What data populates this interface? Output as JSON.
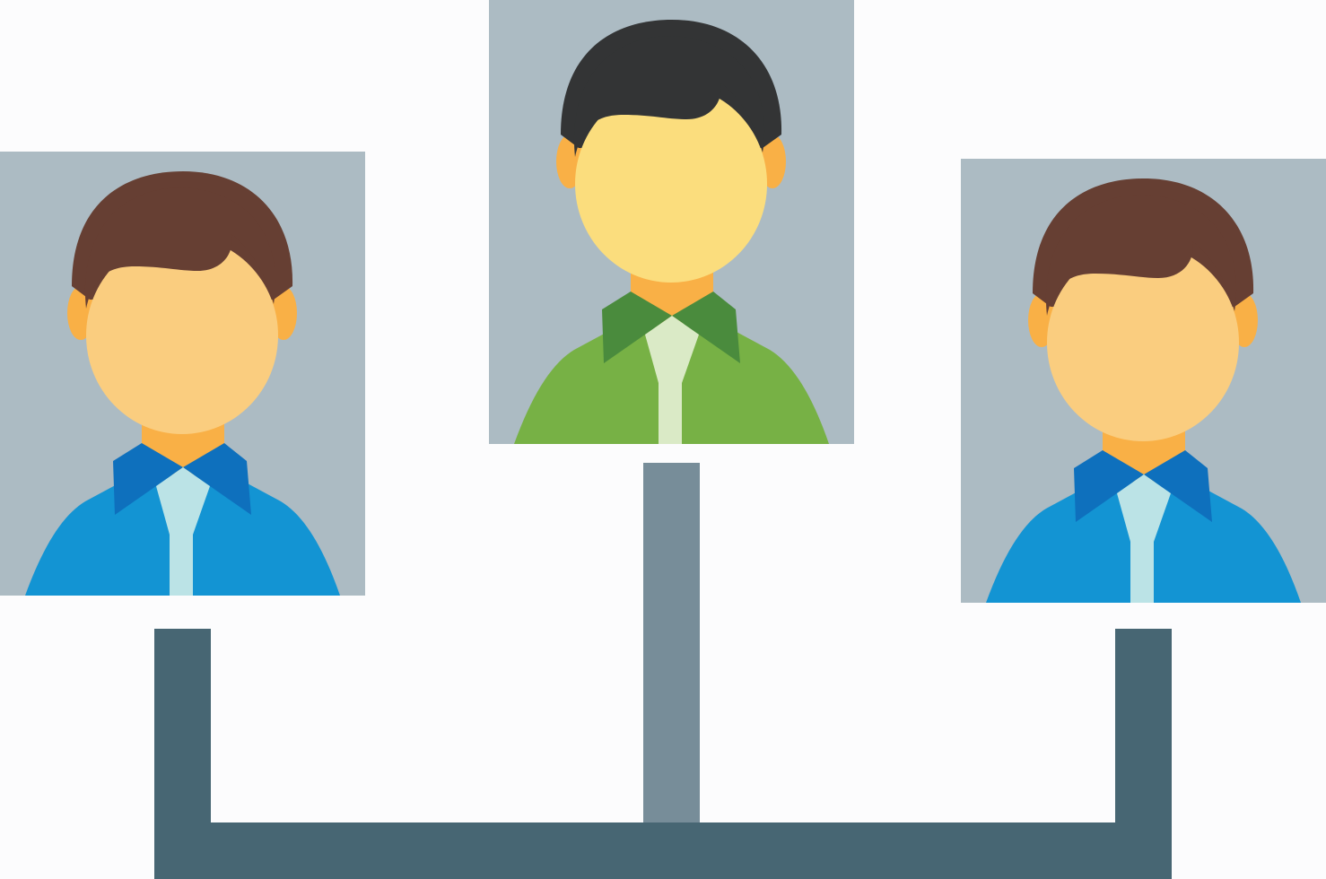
{
  "diagram": {
    "type": "org-chart",
    "background_color": "#fcfcfd",
    "connector_colors": {
      "main": "#476673",
      "center_stem": "#778d99"
    },
    "nodes": [
      {
        "id": "left-person",
        "icon": "person-avatar-icon",
        "card_color": "#acbbc3",
        "hair_color": "#663f33",
        "skin_color": "#facd7f",
        "ear_color": "#f9b046",
        "shirt_color": "#1394d3",
        "collar_color": "#0e70bd",
        "tie_color": "#bbe3e6"
      },
      {
        "id": "center-person",
        "icon": "person-avatar-icon",
        "card_color": "#acbbc3",
        "hair_color": "#333435",
        "skin_color": "#fbdd7d",
        "ear_color": "#f9b046",
        "shirt_color": "#77b145",
        "collar_color": "#4a8b3d",
        "tie_color": "#daeac6"
      },
      {
        "id": "right-person",
        "icon": "person-avatar-icon",
        "card_color": "#acbbc3",
        "hair_color": "#663f33",
        "skin_color": "#facd7f",
        "ear_color": "#f9b046",
        "shirt_color": "#1394d3",
        "collar_color": "#0e70bd",
        "tie_color": "#bbe3e6"
      }
    ]
  }
}
